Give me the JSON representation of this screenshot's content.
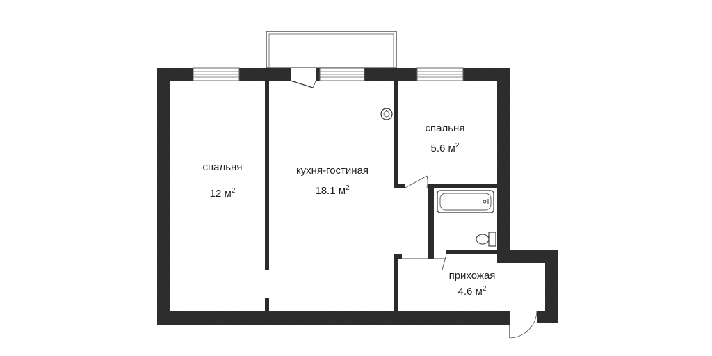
{
  "colors": {
    "wall": "#2b2b2b",
    "floor": "#ffffff",
    "line": "#333333",
    "window": "#9a9a9a",
    "text": "#222222"
  },
  "rooms": [
    {
      "name": "спальня",
      "area": "12 м",
      "unit_sup": "2"
    },
    {
      "name": "кухня-гостиная",
      "area": "18.1 м",
      "unit_sup": "2"
    },
    {
      "name": "спальня",
      "area": "5.6 м",
      "unit_sup": "2"
    },
    {
      "name": "прихожая",
      "area": "4.6 м",
      "unit_sup": "2"
    }
  ],
  "fixtures": [
    "sink-icon",
    "bathtub-icon",
    "toilet-icon"
  ]
}
